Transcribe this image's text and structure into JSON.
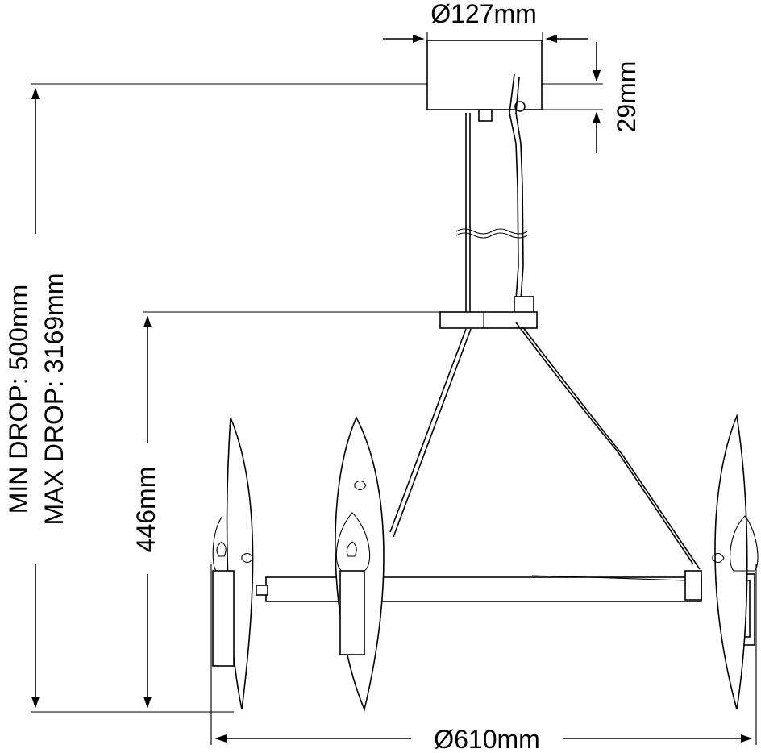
{
  "dimensions": {
    "canopy_diameter": "Ø127mm",
    "canopy_height": "29mm",
    "min_drop": "MIN DROP: 500mm",
    "max_drop": "MAX DROP: 3169mm",
    "body_height": "446mm",
    "overall_diameter": "Ø610mm"
  },
  "colors": {
    "line": "#000000",
    "background": "#ffffff"
  }
}
